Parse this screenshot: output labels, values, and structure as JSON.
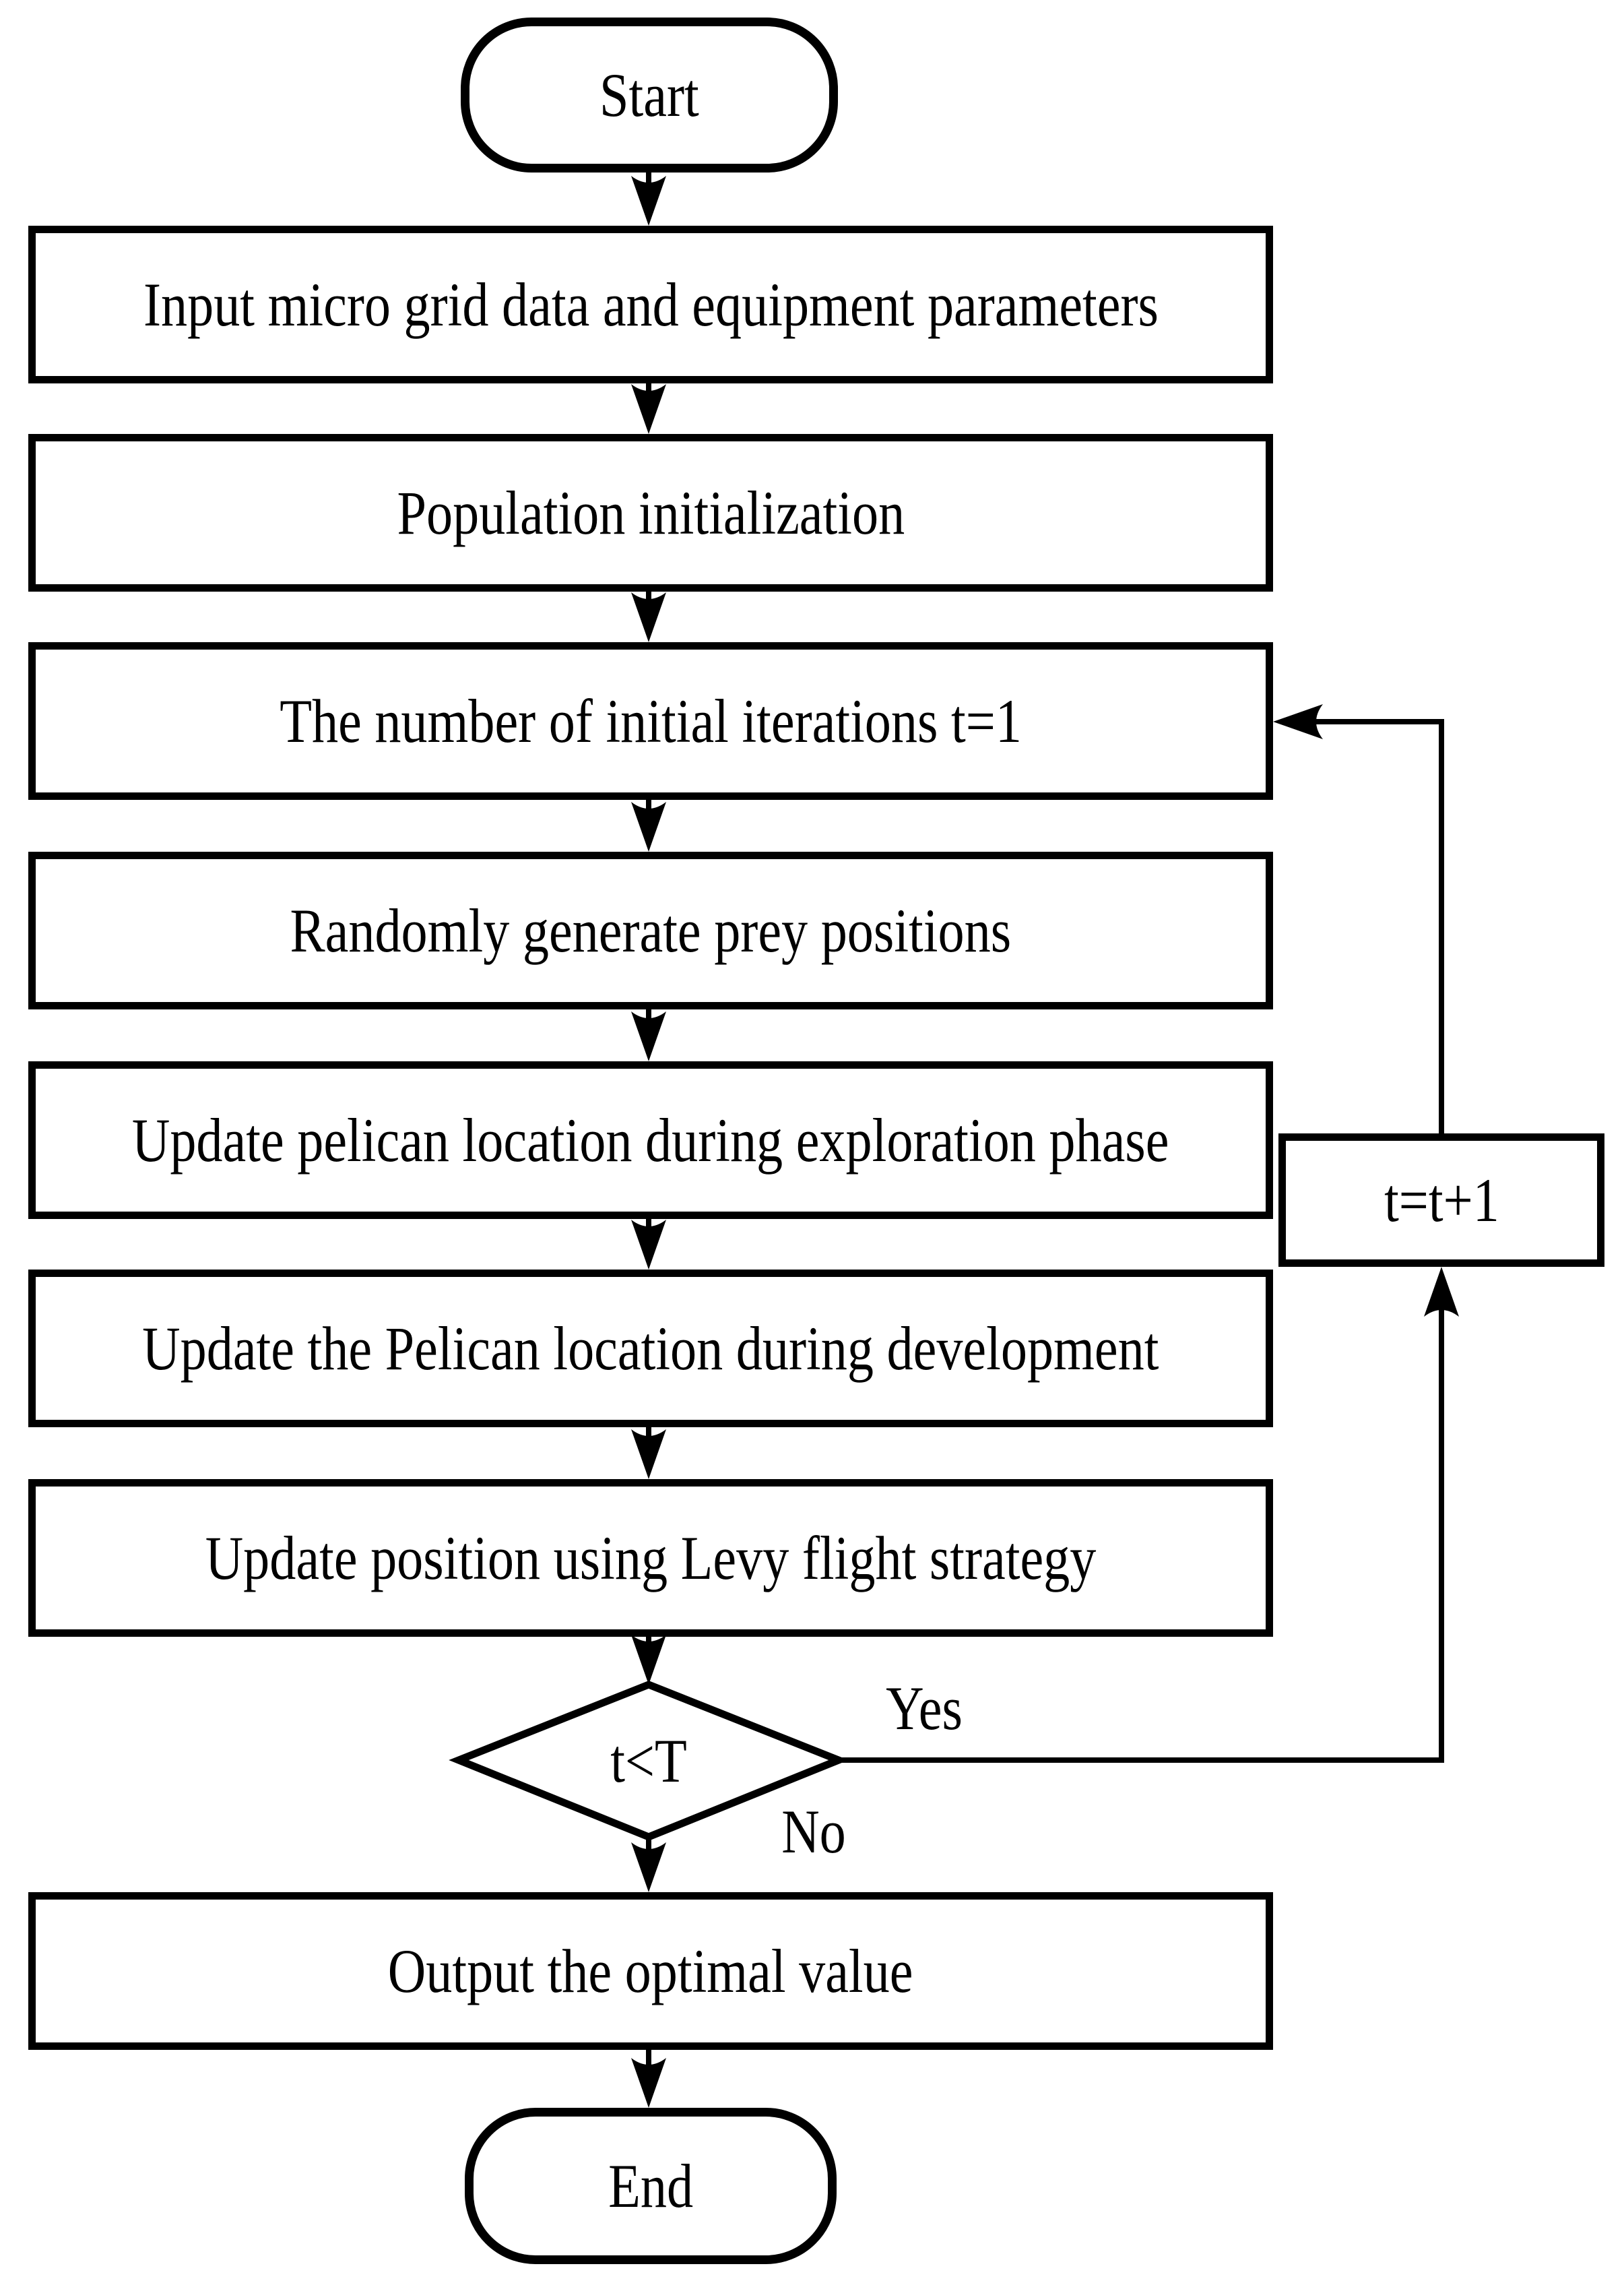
{
  "figure": {
    "type": "flowchart",
    "colors": {
      "stroke": "#000000",
      "fill": "#ffffff"
    },
    "nodes": {
      "start": {
        "shape": "terminator",
        "label": "Start"
      },
      "input": {
        "shape": "process",
        "label": "Input micro grid data and equipment parameters"
      },
      "population": {
        "shape": "process",
        "label": "Population initialization"
      },
      "iterations": {
        "shape": "process",
        "label": "The number of initial iterations t=1"
      },
      "prey": {
        "shape": "process",
        "label": "Randomly generate prey positions"
      },
      "exploration": {
        "shape": "process",
        "label": "Update pelican location during exploration phase"
      },
      "development": {
        "shape": "process",
        "label": "Update the Pelican location during development"
      },
      "levy": {
        "shape": "process",
        "label": "Update position using Levy flight strategy"
      },
      "decision": {
        "shape": "diamond",
        "label": "t<T"
      },
      "output": {
        "shape": "process",
        "label": "Output the optimal value"
      },
      "end": {
        "shape": "terminator",
        "label": "End"
      },
      "increment": {
        "shape": "process",
        "label": "t=t+1"
      }
    },
    "edge_labels": {
      "yes": "Yes",
      "no": "No"
    },
    "flow": [
      "start -> input -> population -> iterations -> prey -> exploration -> development -> levy -> decision",
      "decision -Yes-> increment -> iterations",
      "decision -No-> output -> end"
    ]
  }
}
